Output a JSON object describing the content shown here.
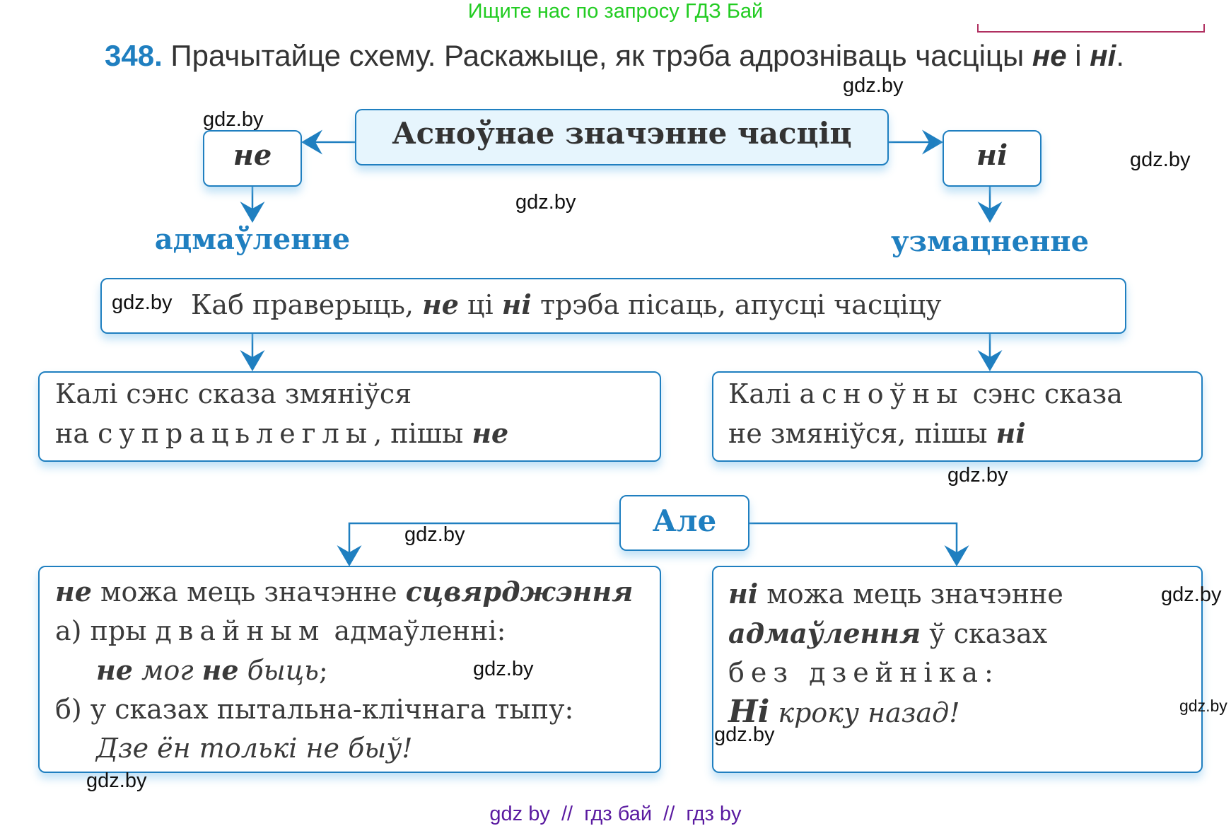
{
  "header_watermark": "Ищите нас по запросу ГДЗ Бай",
  "task": {
    "number": "348.",
    "text": "Прачытайце схему. Раскажыце, як трэба адрознівaць часціцы ",
    "p1": "не",
    "and": " і ",
    "p2": "ні",
    "end": "."
  },
  "scheme": {
    "main": "Асноўнае значэнне часціц",
    "ne": "не",
    "ni": "ні",
    "ne_meaning": "адмаўленне",
    "ni_meaning": "узмацненне",
    "check": {
      "a": "Каб праверыць, ",
      "ne": "не",
      "b": " ці ",
      "ni": "ні",
      "c": " трэба пісаць, апусці часціцу"
    },
    "left_rule": {
      "l1": "Калі сэнс сказа змяніўся",
      "l2a": "на ",
      "l2sp": "супрацьлеглы",
      "l2b": ", пішы ",
      "ne": "не"
    },
    "right_rule": {
      "l1a": "Калі ",
      "l1sp": "асноўны",
      "l1b": " сэнс сказа",
      "l2a": "не змяніўся, пішы ",
      "ni": "ні"
    },
    "but": "Але",
    "left_note": {
      "ne": "не",
      "l1": " можа мець значэнне ",
      "emph": "сцвярджэння",
      "a": "а) пры ",
      "a_sp": "двайным",
      "a2": " адмаўленні:",
      "ex1a": "не",
      "ex1b": " мог ",
      "ex1c": "не",
      "ex1d": " быць",
      "ex1e": ";",
      "b": "б) у сказах пытальна-клічнага тыпу:",
      "ex2": "Дзе ён толькі не быў!"
    },
    "right_note": {
      "ni": "ні",
      "l1": " можа мець значэнне",
      "emph": "адмаўлення",
      "l2": " ў сказах",
      "l3": "без дзейніка:",
      "ex_a": "Ні",
      "ex_b": " кроку назад!"
    }
  },
  "watermarks": [
    "gdz.by"
  ],
  "footer": "gdz by  //  гдз бай  //  гдз by",
  "colors": {
    "accent": "#1f7fc0",
    "green": "#22cc22",
    "footer": "#5a1aa0",
    "bracket": "#b03060"
  }
}
